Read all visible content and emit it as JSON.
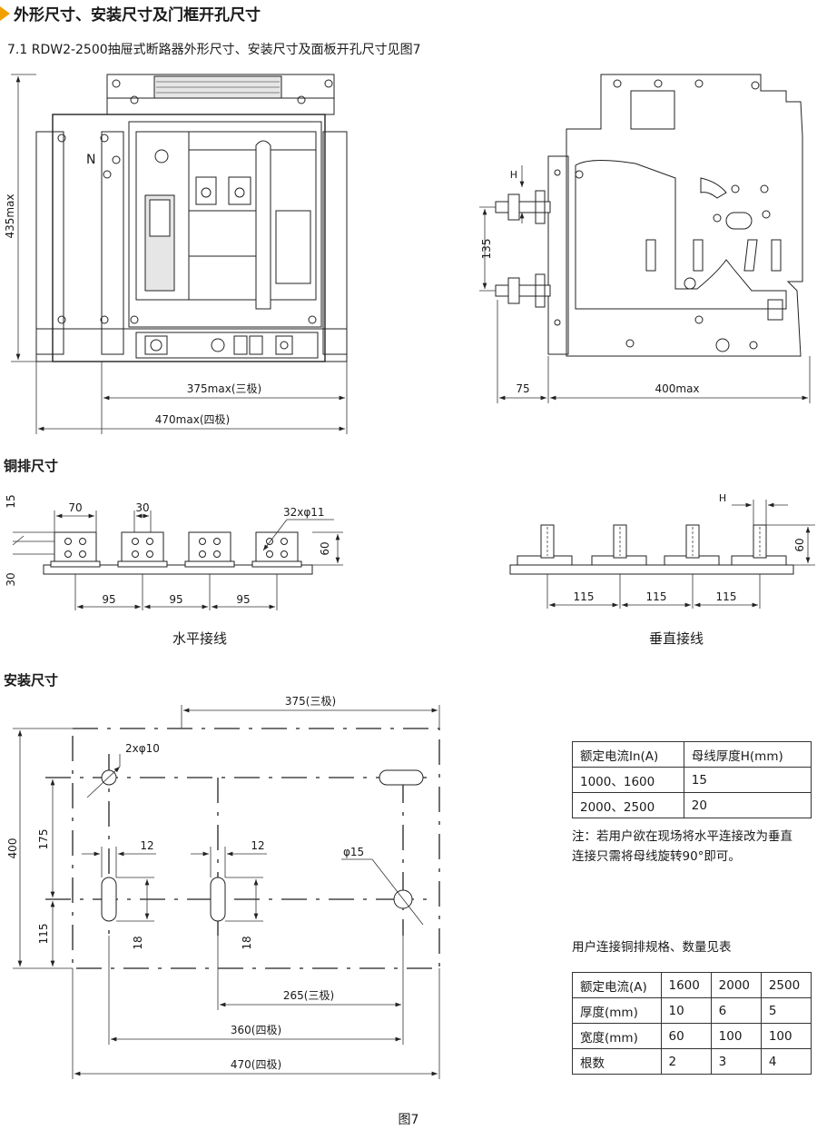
{
  "header": {
    "title": "外形尺寸、安装尺寸及门框开孔尺寸",
    "subtitle": "7.1   RDW2-2500抽屉式断路器外形尺寸、安装尺寸及面板开孔尺寸见图7"
  },
  "front_view": {
    "height_label": "435max",
    "width3_label": "375max(三极)",
    "width4_label": "470max(四极)",
    "pole_label": "N"
  },
  "side_view": {
    "h_label": "H",
    "pitch_label": "135",
    "depth_front_label": "75",
    "depth_label": "400max"
  },
  "busbar": {
    "section": "铜排尺寸",
    "h_top": "15",
    "h_bottom": "30",
    "w_bar": "70",
    "w_tab": "30",
    "holes": "32xφ11",
    "height": "60",
    "pitch_h": [
      "95",
      "95",
      "95"
    ],
    "caption_h": "水平接线",
    "v_h": "H",
    "v_height": "60",
    "pitch_v": [
      "115",
      "115",
      "115"
    ],
    "caption_v": "垂直接线"
  },
  "install": {
    "section": "安装尺寸",
    "width3": "375(三极)",
    "height": "400",
    "hole_a": "2xφ10",
    "upper": "175",
    "lower": "115",
    "slot_w1": "12",
    "slot_w2": "12",
    "slot_h1": "18",
    "slot_h2": "18",
    "hole_b": "φ15",
    "dim265": "265(三极)",
    "dim360": "360(四极)",
    "dim470": "470(四极)"
  },
  "table1": {
    "headers": [
      "额定电流In(A)",
      "母线厚度H(mm)"
    ],
    "rows": [
      [
        "1000、1600",
        "15"
      ],
      [
        "2000、2500",
        "20"
      ]
    ]
  },
  "note": {
    "line1": "注：若用户欲在现场将水平连接改为垂直",
    "line2": "连接只需将母线旋转90°即可。"
  },
  "table2": {
    "caption": "用户连接铜排规格、数量见表",
    "headers": [
      "额定电流(A)",
      "1600",
      "2000",
      "2500"
    ],
    "rows": [
      [
        "厚度(mm)",
        "10",
        "6",
        "5"
      ],
      [
        "宽度(mm)",
        "60",
        "100",
        "100"
      ],
      [
        "根数",
        "2",
        "3",
        "4"
      ]
    ]
  },
  "figure_caption": "图7",
  "colors": {
    "accent": "#f0a000",
    "line": "#222222"
  }
}
